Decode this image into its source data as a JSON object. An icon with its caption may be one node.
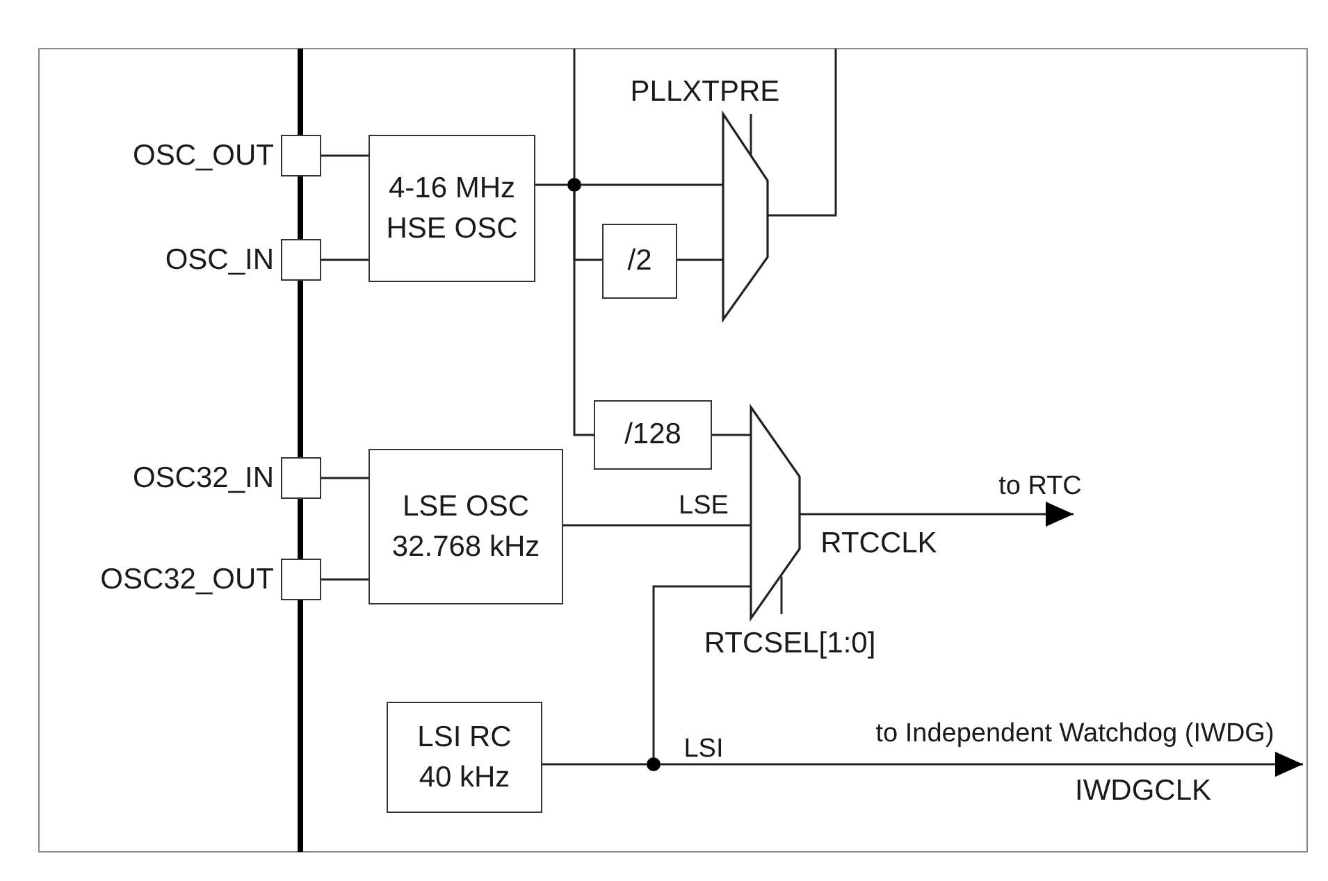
{
  "diagram": {
    "nodes": [
      {
        "text": [],
        "shape": "box",
        "beside": [
          "OSC_OUT"
        ]
      },
      {
        "text": [],
        "shape": "box",
        "beside": [
          "OSC_IN"
        ]
      },
      {
        "text": [
          "4-16 MHz",
          "HSE OSC"
        ]
      },
      {
        "text": [],
        "shape": "circle"
      },
      {
        "text": [
          "/2"
        ]
      },
      {
        "text": [],
        "shape": "trapezoid",
        "beside": [
          "PLLXTPRE"
        ]
      },
      {
        "text": [
          "/128"
        ]
      },
      {
        "text": [],
        "shape": "box",
        "beside": [
          "OSC32_IN"
        ]
      },
      {
        "text": [],
        "shape": "box",
        "beside": [
          "OSC32_OUT"
        ]
      },
      {
        "text": [
          "LSE OSC",
          "32.768 kHz"
        ]
      },
      {
        "text": [],
        "shape": "trapezoid",
        "beside": [
          "RTCSEL[1:0]"
        ]
      },
      {
        "text": [
          "LSI RC",
          "40 kHz"
        ]
      },
      {
        "text": [],
        "shape": "circle"
      }
    ],
    "edges": [
      {
        "from": 0,
        "to": 2,
        "arrow": "none"
      },
      {
        "from": 1,
        "to": 2,
        "arrow": "none"
      },
      {
        "from": 2,
        "to": 3,
        "arrow": "none"
      },
      {
        "from": null,
        "to": 3,
        "arrow": "none"
      },
      {
        "from": 3,
        "to": 5,
        "arrow": "none"
      },
      {
        "from": 3,
        "to": 4,
        "arrow": "none"
      },
      {
        "from": 4,
        "to": 5,
        "arrow": "none"
      },
      {
        "from": 5,
        "to": null,
        "arrow": "none"
      },
      {
        "from": 3,
        "to": 6,
        "arrow": "none"
      },
      {
        "from": 6,
        "to": 10,
        "arrow": "none"
      },
      {
        "from": 9,
        "to": 10,
        "arrow": "none",
        "label": "LSE"
      },
      {
        "from": 12,
        "to": 10,
        "arrow": "none"
      },
      {
        "from": 10,
        "to": null,
        "arrow": "to",
        "label": "to RTC"
      },
      {
        "from": 11,
        "to": 12,
        "arrow": "none"
      },
      {
        "from": 12,
        "to": null,
        "arrow": "to",
        "label": "to Independent Watchdog (IWDG)"
      },
      {
        "from": 7,
        "to": 9,
        "arrow": "none"
      },
      {
        "from": 8,
        "to": 9,
        "arrow": "none"
      }
    ],
    "labels": [
      "RTCCLK",
      "LSI",
      "IWDGCLK"
    ]
  }
}
